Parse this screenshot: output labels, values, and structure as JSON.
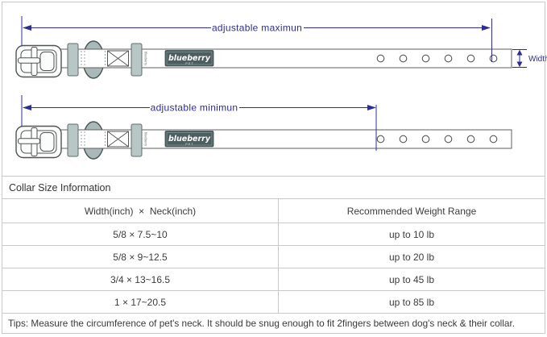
{
  "colors": {
    "accent_navy": "#2d2d94",
    "patch_teal": "#4c5e60",
    "keeper_gray": "#b9c6c6"
  },
  "diagram": {
    "max_arrow_label": "adjustable maximun",
    "min_arrow_label": "adjustable minimun",
    "width_label": "Width",
    "brand_patch": {
      "name": "blueberry",
      "subtitle": "PET"
    },
    "webbing_text": "blueberry"
  },
  "table": {
    "title": "Collar Size Information",
    "columns": {
      "size": "Width(inch)  ×  Neck(inch)",
      "weight": "Recommended Weight Range"
    },
    "rows": [
      {
        "size": "5/8 × 7.5~10",
        "weight": "up to 10 lb"
      },
      {
        "size": "5/8 × 9~12.5",
        "weight": "up to 20 lb"
      },
      {
        "size": "3/4 × 13~16.5",
        "weight": "up to 45 lb"
      },
      {
        "size": "1 × 17~20.5",
        "weight": "up to 85 lb"
      }
    ],
    "tips": "Tips: Measure the circumference of pet's neck. It should be snug enough to fit 2fingers between dog's neck & their collar."
  }
}
